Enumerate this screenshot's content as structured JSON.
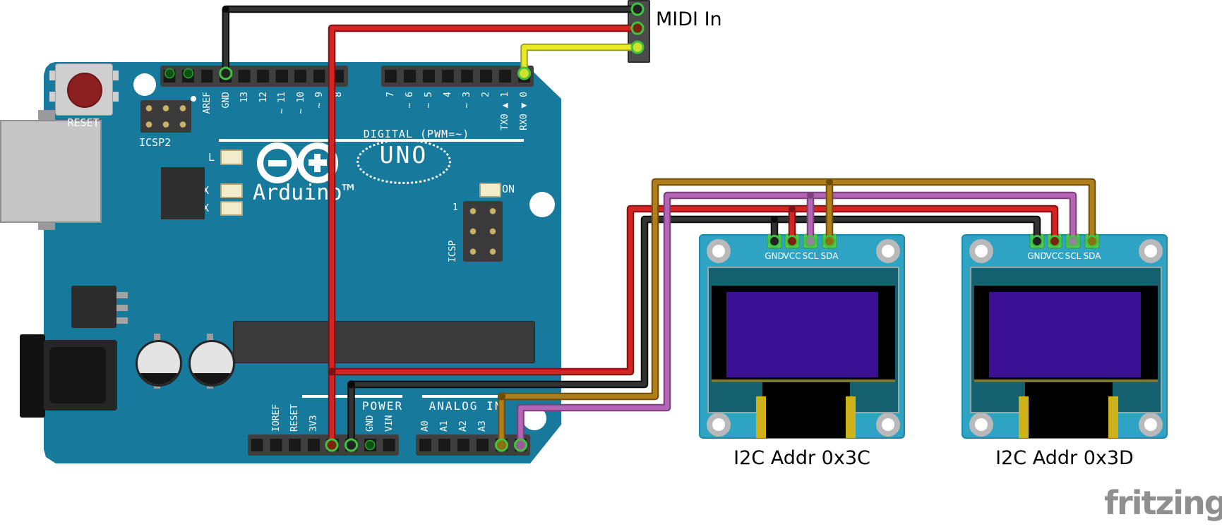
{
  "diagram": {
    "midi_label": "MIDI In",
    "oled1_caption": "I2C Addr 0x3C",
    "oled2_caption": "I2C Addr 0x3D",
    "watermark": "fritzing"
  },
  "arduino": {
    "silk": {
      "reset": "RESET",
      "icsp2": "ICSP2",
      "icsp": "ICSP",
      "icsp_pin1": "1",
      "digital": "DIGITAL (PWM=~)",
      "power": "POWER",
      "analog": "ANALOG IN",
      "brand": "Arduino™",
      "model": "UNO",
      "led_l": "L",
      "led_tx": "TX",
      "led_rx": "RX",
      "led_on": "ON"
    },
    "top_labels": [
      "AREF",
      "GND",
      "13",
      "12",
      "~ 11",
      "~ 10",
      "~ 9",
      "8",
      "7",
      "~ 6",
      "~ 5",
      "4",
      "~ 3",
      "2",
      "TX0 ▲ 1",
      "RX0 ▼ 0"
    ],
    "bottom_labels": [
      "IOREF",
      "RESET",
      "3V3",
      "GND",
      "VIN",
      "A0",
      "A1",
      "A2",
      "A3"
    ]
  },
  "oled": {
    "pin_labels": [
      "GND",
      "VCC",
      "SCL",
      "SDA"
    ]
  },
  "wires": {
    "midi_gnd": {
      "color": "#333333",
      "outline": "#0b0b0b",
      "from": "MIDI In pin 1",
      "to": "Arduino GND (digital header)"
    },
    "midi_5v": {
      "color": "#d42424",
      "outline": "#7e1111",
      "from": "MIDI In pin 2",
      "to": "Arduino 5V"
    },
    "midi_rx": {
      "color": "#ebeb25",
      "outline": "#9aa023",
      "from": "MIDI In pin 3",
      "to": "Arduino RX0 pin 0"
    },
    "gnd_bus": {
      "color": "#333333",
      "outline": "#0b0b0b",
      "from": "Arduino GND (power header)",
      "to": "OLED GND (both displays)"
    },
    "vcc_bus": {
      "color": "#d42424",
      "outline": "#7e1111",
      "from": "Arduino 5V",
      "to": "OLED VCC (both displays)"
    },
    "scl_bus": {
      "color": "#b565b5",
      "outline": "#7a407a",
      "from": "Arduino A5",
      "to": "OLED SCL (both displays)"
    },
    "sda_bus": {
      "color": "#b07f1b",
      "outline": "#6f4d08",
      "from": "Arduino A4",
      "to": "OLED SDA (both displays)"
    }
  },
  "colors": {
    "arduino_board": "#17799b",
    "oled_board": "#2ea3c4",
    "oled_panel": "#15606f",
    "oled_screen": "#3a1192",
    "pin_pad_green": "#57c957",
    "connected_pin_ring": "#3ec43e",
    "caption_text": "#000000",
    "watermark_gray": "#8f8f8f"
  }
}
